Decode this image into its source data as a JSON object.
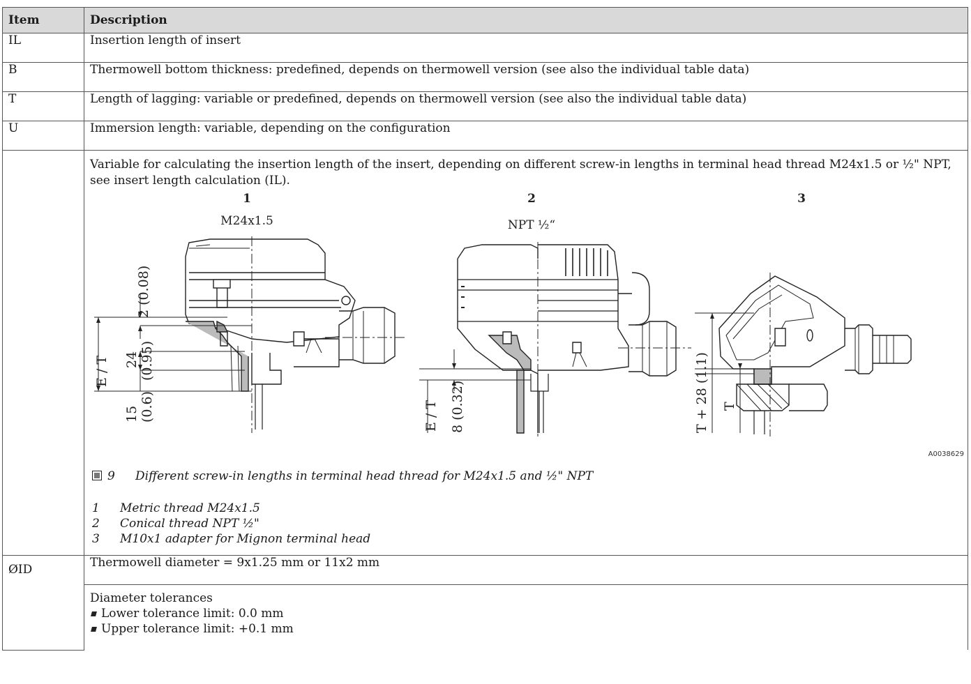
{
  "header": {
    "item": "Item",
    "description": "Description"
  },
  "rows": [
    {
      "item": "IL",
      "description": "Insertion length of insert"
    },
    {
      "item": "B",
      "description": "Thermowell bottom thickness: predefined, depends on thermowell version (see also the individual table data)"
    },
    {
      "item": "T",
      "description": "Length of lagging: variable or predefined, depends on thermowell version (see also the individual table data)"
    },
    {
      "item": "U",
      "description": "Immersion length: variable, depending on the configuration"
    }
  ],
  "variable_row": {
    "item": "",
    "intro": "Variable for calculating the insertion length of the insert, depending on different screw-in lengths in terminal head thread M24x1.5 or ½\" NPT, see insert length calculation (IL).",
    "figure": {
      "labels": {
        "n1": "1",
        "n2": "2",
        "n3": "3",
        "t1": "M24x1.5",
        "t2": "NPT ½“",
        "d_2": "2 (0.08)",
        "d_et1": "E / T",
        "d_24": "24",
        "d_095": "(0.95)",
        "d_15": "15",
        "d_06": "(0.6)",
        "d_et2": "E / T",
        "d_8": "8 (0.32)",
        "d_t28": "T + 28 (1.1)",
        "d_t": "T"
      },
      "code": "A0038629",
      "caption_num": "9",
      "caption": "Different screw-in lengths in terminal head thread for M24x1.5 and ½\" NPT",
      "legend": [
        {
          "num": "1",
          "text": "Metric thread M24x1.5"
        },
        {
          "num": "2",
          "text": "Conical thread NPT ½\""
        },
        {
          "num": "3",
          "text": "M10x1 adapter for Mignon terminal head"
        }
      ]
    }
  },
  "oid_row": {
    "item": "ØID",
    "description": "Thermowell diameter = 9x1.25 mm or 11x2 mm",
    "tolerance_title": "Diameter tolerances",
    "tolerances": [
      "Lower tolerance limit: 0.0 mm",
      "Upper tolerance limit: +0.1 mm"
    ]
  }
}
